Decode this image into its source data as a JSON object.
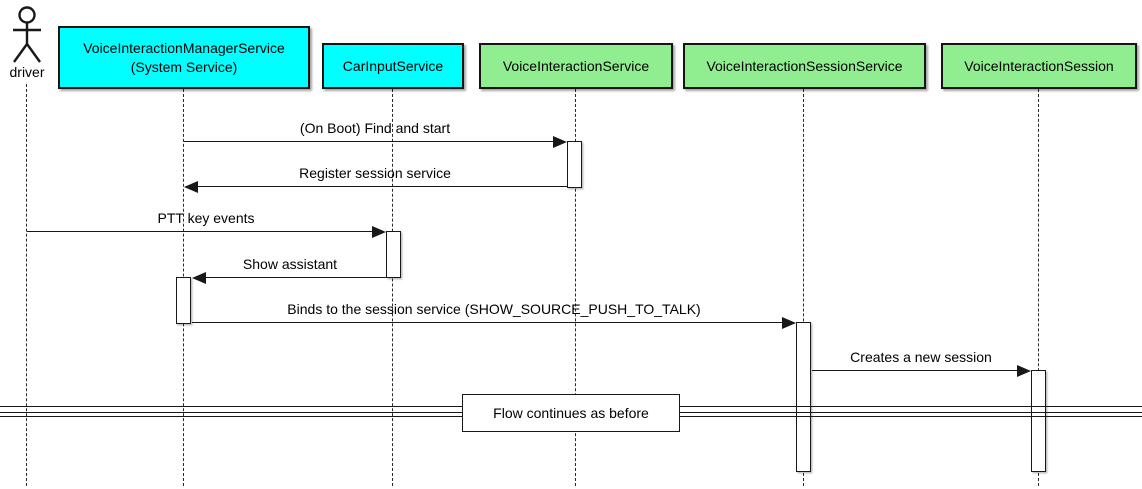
{
  "actor": {
    "label": "driver"
  },
  "participants": [
    {
      "line1": "VoiceInteractionManagerService",
      "line2": "(System Service)",
      "fill": "#00ffff"
    },
    {
      "line1": "CarInputService",
      "line2": "",
      "fill": "#00ffff"
    },
    {
      "line1": "VoiceInteractionService",
      "line2": "",
      "fill": "#90ee90"
    },
    {
      "line1": "VoiceInteractionSessionService",
      "line2": "",
      "fill": "#90ee90"
    },
    {
      "line1": "VoiceInteractionSession",
      "line2": "",
      "fill": "#90ee90"
    }
  ],
  "messages": [
    {
      "text": "(On Boot) Find and start",
      "from": "VoiceInteractionManagerService",
      "to": "VoiceInteractionService",
      "direction": "right"
    },
    {
      "text": "Register session service",
      "from": "VoiceInteractionService",
      "to": "VoiceInteractionManagerService",
      "direction": "left"
    },
    {
      "text": "PTT key events",
      "from": "driver",
      "to": "CarInputService",
      "direction": "right"
    },
    {
      "text": "Show assistant",
      "from": "CarInputService",
      "to": "VoiceInteractionManagerService",
      "direction": "left"
    },
    {
      "text": "Binds to the session service (SHOW_SOURCE_PUSH_TO_TALK)",
      "from": "VoiceInteractionManagerService",
      "to": "VoiceInteractionSessionService",
      "direction": "right"
    },
    {
      "text": "Creates a new session",
      "from": "VoiceInteractionSessionService",
      "to": "VoiceInteractionSession",
      "direction": "right"
    }
  ],
  "divider": {
    "label": "Flow continues as before"
  },
  "colors": {
    "participant_cyan": "#00ffff",
    "participant_green": "#90ee90",
    "stroke": "#181818",
    "background": "#ffffff"
  }
}
